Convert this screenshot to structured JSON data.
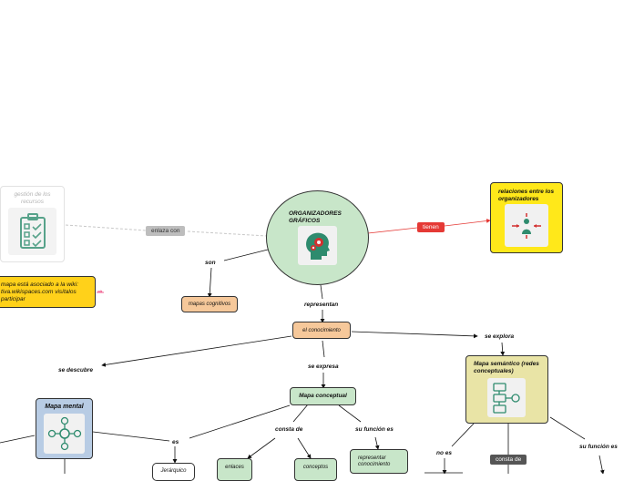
{
  "central": {
    "title": "ORGANIZADORES GRÁFICOS"
  },
  "nodes": {
    "recursos": "gestión de los recursos",
    "relaciones": "relaciones entre los organizadores",
    "wiki": "mapa está asociado a la wiki: tiva.wikispaces.com visítalos participar",
    "mapas_cognitivos": "mapas cognitivos",
    "conocimiento": "el conocimiento",
    "mapa_semantico": "Mapa semántico (redes conceptuales)",
    "mapa_mental": "Mapa mental",
    "mapa_conceptual": "Mapa conceptual",
    "jerarquico": "Jerárquico",
    "enlaces": "enlaces",
    "conceptos": "conceptos",
    "representar": "representar conocimiento"
  },
  "labels": {
    "enlaza_con": "enlaza con",
    "tienen": "tienen",
    "son": "son",
    "representan": "representan",
    "se_explora": "se explora",
    "se_descubre": "se descubre",
    "se_expresa": "se expresa",
    "es": "es",
    "consta_de_1": "consta de",
    "su_funcion_es_1": "su función es",
    "no_es": "no es",
    "consta_de_2": "consta de",
    "su_funcion_es_2": "su función es"
  },
  "colors": {
    "central_fill": "#c8e6c9",
    "relaciones_fill": "#ffe81a",
    "wiki_fill": "#ffd11a",
    "salmon_fill": "#f6c89a",
    "mental_fill": "#b8cce4",
    "semantic_fill": "#e9e4a6",
    "green_fill": "#c8e6c9",
    "tag_gray": "#bdbdbd",
    "tag_red": "#e53935",
    "tag_dark": "#555555",
    "icon_teal": "#2e8b6e",
    "icon_red": "#d32f2f"
  },
  "icons": [
    "head-gears-icon",
    "clipboard-checklist-icon",
    "network-arrows-icon",
    "mind-map-icon",
    "flowchart-icon"
  ]
}
